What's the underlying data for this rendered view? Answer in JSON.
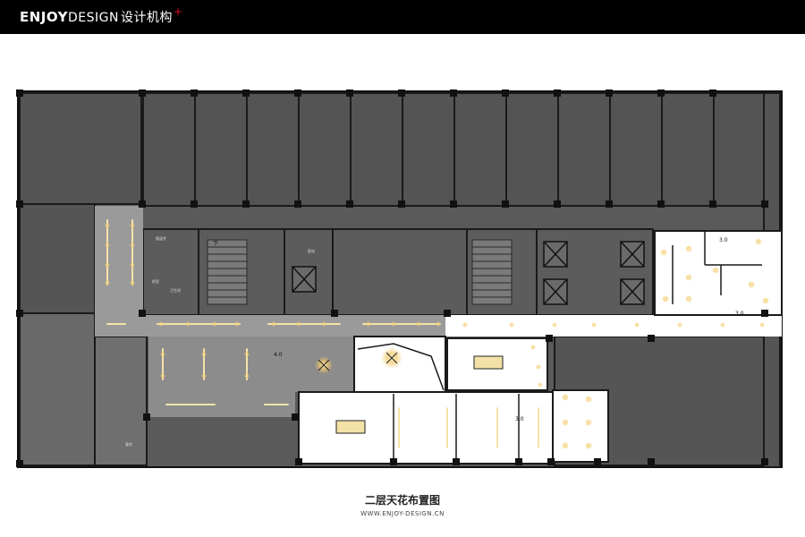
{
  "header": {
    "brand_bold": "ENJOY",
    "brand_light": "DESIGN",
    "brand_cn": "设计机构",
    "brand_plus": "+"
  },
  "plan": {
    "title": "二层天花布置图",
    "url": "WWW.ENJOY-DESIGN.CN",
    "labels": {
      "down_stair": "下",
      "ceiling_h1": "4.0",
      "ceiling_h2": "3.0",
      "ceiling_h3": "3.0",
      "ceiling_h4": "3.0",
      "room_a": "管道井",
      "room_b": "配电",
      "room_c": "前室",
      "room_d": "卫生间",
      "room_e": "客房"
    }
  },
  "colors": {
    "floor_dark": "#5a5a5a",
    "floor_mid": "#8a8a8a",
    "corridor": "#9a9a9a",
    "wall": "#1a1a1a",
    "lit_area": "#ffffff",
    "light_glow": "#f2c96b"
  }
}
